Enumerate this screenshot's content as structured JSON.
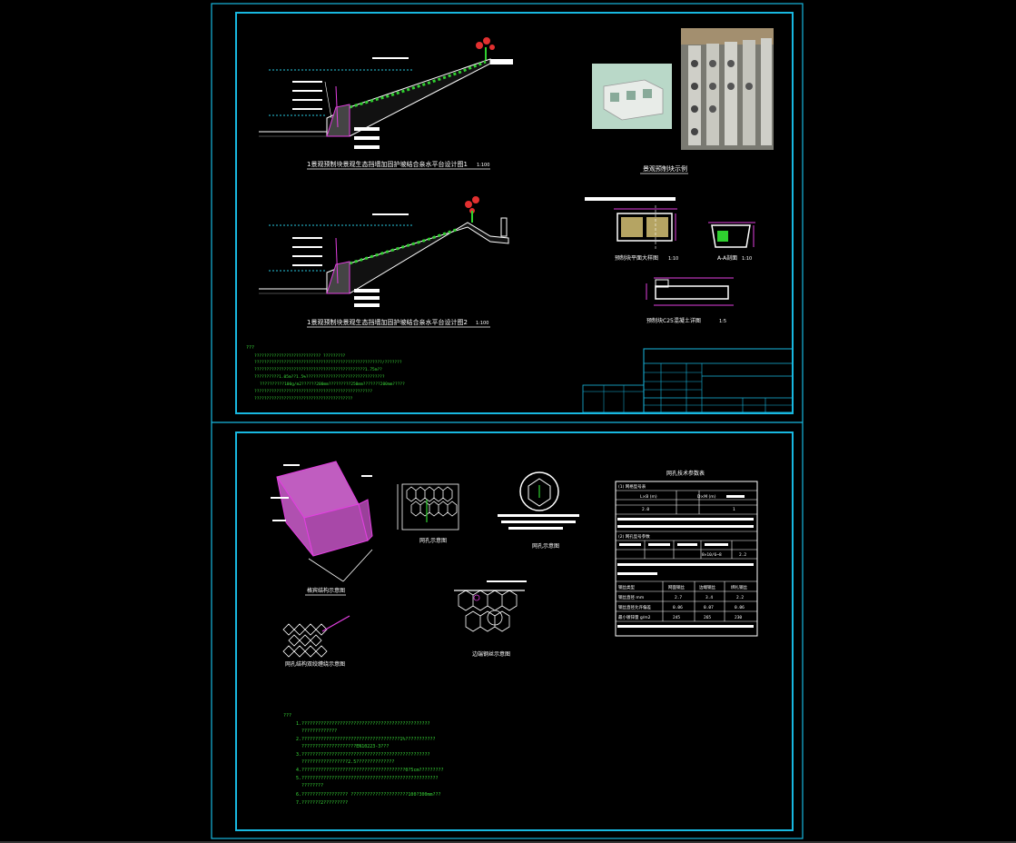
{
  "colors": {
    "frame": "#18b8e0",
    "bg": "#000000",
    "line": "#ffffff",
    "note": "#39d939",
    "accent": "#e23fe0",
    "slope_green": "#2fd02f",
    "water": "#27c7df"
  },
  "sheet1": {
    "section1_title": "1景观预制块景观生态挡墙加固护坡结合亲水平台设计图1",
    "section1_scale": "1:100",
    "section2_title": "1景观预制块景观生态挡墙加固护坡结合亲水平台设计图2",
    "section2_scale": "1:100",
    "photo_caption": "景观预制块示例",
    "plan_caption": "预制块平面大样图",
    "plan_scale": "1:10",
    "section_a_caption": "A-A剖面",
    "section_a_scale": "1:10",
    "elevation_caption": "预制块C25混凝土详图",
    "elevation_scale": "1:5",
    "notes_head": "???",
    "notes": [
      "??????????????????????????? ?????????",
      "????????????????????????????????????????????????????/???????",
      "?????????????????????????????????????????????1.75m??",
      "??????????1.05m??1.5%????????????????????????????????",
      "??????????100g/m2??????200mm?????????250mm???????200mm?????",
      "????????????????????????????????????????????????",
      "????????????????????????????????????????"
    ]
  },
  "sheet2": {
    "box_caption": "格宾结构示意图",
    "mesh_caption": "网孔示意图",
    "ring_caption": "网孔示意图",
    "ring_note_lines": [
      "????????????????????",
      "????????????????",
      "????????????"
    ],
    "twist_caption": "网孔结构双绞缠绕示意图",
    "edge_caption": "边端钢丝示意图",
    "table_title": "网孔技术参数表",
    "table_subtitle": "(1) 网格型号表",
    "table_col1": "L×B (m)",
    "table_col2": "D×M (m)",
    "table_vals": [
      "2.0",
      "1"
    ],
    "table_subtitle2": "(2) 网孔型号参数",
    "table_row_val": "8×10/6~8",
    "table_row_val2": "2.2",
    "table3_head": [
      "钢丝类型",
      "网面钢丝",
      "边端钢丝",
      "绑扎钢丝"
    ],
    "table3_rows": [
      [
        "钢丝直径 mm",
        "2.7",
        "3.4",
        "2.2"
      ],
      [
        "钢丝直径允许偏差",
        "0.06",
        "0.07",
        "0.06"
      ],
      [
        "最小镀锌量 g/m2",
        "245",
        "265",
        "230"
      ]
    ],
    "notes_head": "???",
    "notes": [
      "1.???????????????????????????????????????????????",
      "?????????????",
      "2.????????????????????????????????????1%???????????",
      "????????????????????EN10223-3???",
      "3.???????????????????????????????????????????????",
      "?????????????????2.5??????????????",
      "4.??????????????????????????????????????0?5cm?????????",
      "5.??????????????????????????????????????????????????",
      "????????",
      "6.????????????????? ?????????????????????100?300mm???",
      "7.???????2?????????"
    ]
  }
}
